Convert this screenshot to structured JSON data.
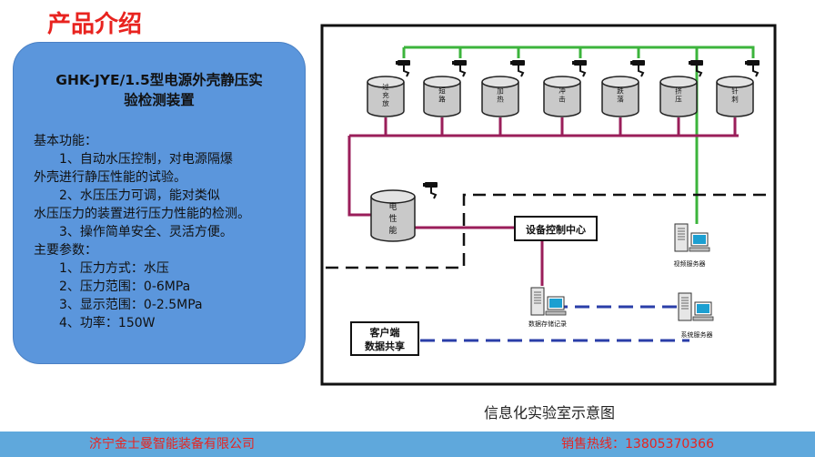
{
  "page": {
    "title": "产品介绍"
  },
  "product": {
    "title_line1": "GHK-JYE/1.5型电源外壳静压实",
    "title_line2": "验检测装置",
    "functions_heading": "基本功能：",
    "function_lines": [
      "　　1、自动水压控制，对电源隔爆",
      "外壳进行静压性能的试验。",
      "　　2、水压压力可调，能对类似",
      "水压压力的装置进行压力性能的检测。",
      "　　3、操作简单安全、灵活方便。"
    ],
    "params_heading": "主要参数：",
    "param_lines": [
      "　　1、压力方式：水压",
      "　　2、压力范围：0-6MPa",
      "　　3、显示范围：0-2.5MPa",
      "　　4、功率：150W"
    ]
  },
  "diagram": {
    "caption": "信息化实验室示意图",
    "tanks": [
      "过充放",
      "短路",
      "加热",
      "冲击",
      "跌落",
      "挤压",
      "针刺"
    ],
    "main_tank": "电性能",
    "control_center": "设备控制中心",
    "video_server": "视频服务器",
    "data_storage": "数据存储记录",
    "system_server": "系统服务器",
    "client_line1": "客户端",
    "client_line2": "数据共享",
    "colors": {
      "camera_line": "#3cb43c",
      "data_line": "#9a1e5a",
      "network_line": "#2a3ea8"
    }
  },
  "footer": {
    "company": "济宁金士曼智能装备有限公司",
    "hotline": "销售热线：13805370366"
  }
}
